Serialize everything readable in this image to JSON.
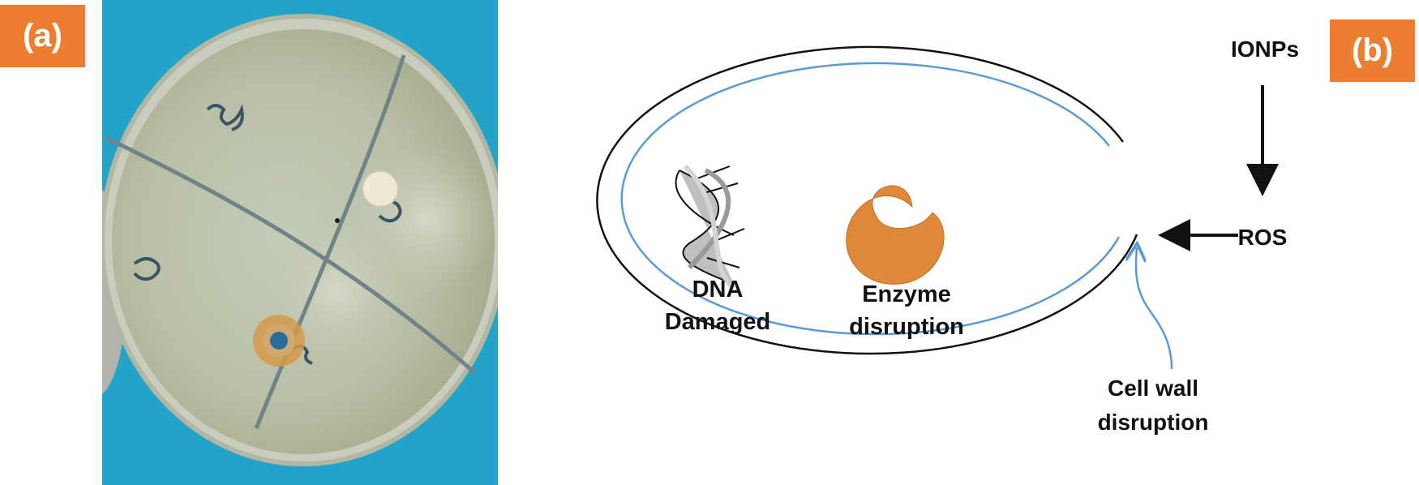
{
  "panel_a": {
    "label": "(a)"
  },
  "panel_b": {
    "label": "(b)",
    "ionps": "IONPs",
    "ros": "ROS",
    "dna_line1": "DNA",
    "dna_line2": "Damaged",
    "enzyme_line1": "Enzyme",
    "enzyme_line2": "disruption",
    "wall_line1": "Cell wall",
    "wall_line2": "disruption"
  },
  "colors": {
    "tag_bg": "#ED7D31",
    "membrane": "#5B9BD5",
    "enzyme": "#E0883A",
    "petri_bg": "#1fa7c9",
    "agar": "#cdd0b8"
  },
  "icons": [
    "dna-icon",
    "enzyme-icon",
    "arrow-down-icon",
    "arrow-left-icon"
  ]
}
